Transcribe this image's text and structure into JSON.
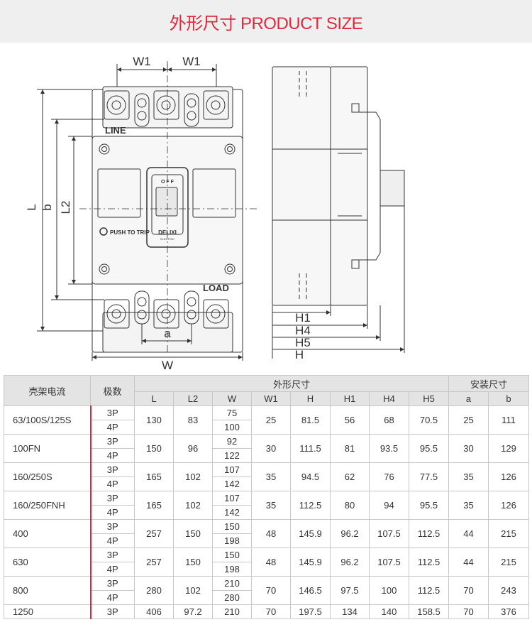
{
  "title": "外形尺寸  PRODUCT SIZE",
  "colors": {
    "title": "#e0283a",
    "line": "#333333",
    "accent": "#e0283a"
  },
  "drawing": {
    "labels": {
      "w1_left": "W1",
      "w1_right": "W1",
      "line": "LINE",
      "load": "LOAD",
      "push_to_trip": "PUSH TO TRIP",
      "brand": "DELIXI",
      "brand_sub": "ELECTRIC",
      "switch": "O F F",
      "L": "L",
      "b": "b",
      "L2": "L2",
      "a": "a",
      "W": "W",
      "H1": "H1",
      "H4": "H4",
      "H5": "H5",
      "H": "H"
    }
  },
  "table": {
    "head": {
      "frame": "壳架电流",
      "poles": "极数",
      "outline": "外形尺寸",
      "mounting": "安装尺寸",
      "cols": [
        "L",
        "L2",
        "W",
        "W1",
        "H",
        "H1",
        "H4",
        "H5",
        "a",
        "b"
      ]
    },
    "groups": [
      {
        "frame": "63/100S/125S",
        "poles": [
          "3P",
          "4P"
        ],
        "L": "130",
        "L2": "83",
        "W": [
          "75",
          "100"
        ],
        "W1": "25",
        "H": "81.5",
        "H1": "56",
        "H4": "68",
        "H5": "70.5",
        "a": "25",
        "b": "111"
      },
      {
        "frame": "100FN",
        "poles": [
          "3P",
          "4P"
        ],
        "L": "150",
        "L2": "96",
        "W": [
          "92",
          "122"
        ],
        "W1": "30",
        "H": "111.5",
        "H1": "81",
        "H4": "93.5",
        "H5": "95.5",
        "a": "30",
        "b": "129"
      },
      {
        "frame": "160/250S",
        "poles": [
          "3P",
          "4P"
        ],
        "L": "165",
        "L2": "102",
        "W": [
          "107",
          "142"
        ],
        "W1": "35",
        "H": "94.5",
        "H1": "62",
        "H4": "76",
        "H5": "77.5",
        "a": "35",
        "b": "126"
      },
      {
        "frame": "160/250FNH",
        "poles": [
          "3P",
          "4P"
        ],
        "L": "165",
        "L2": "102",
        "W": [
          "107",
          "142"
        ],
        "W1": "35",
        "H": "112.5",
        "H1": "80",
        "H4": "94",
        "H5": "95.5",
        "a": "35",
        "b": "126"
      },
      {
        "frame": "400",
        "poles": [
          "3P",
          "4P"
        ],
        "L": "257",
        "L2": "150",
        "W": [
          "150",
          "198"
        ],
        "W1": "48",
        "H": "145.9",
        "H1": "96.2",
        "H4": "107.5",
        "H5": "112.5",
        "a": "44",
        "b": "215"
      },
      {
        "frame": "630",
        "poles": [
          "3P",
          "4P"
        ],
        "L": "257",
        "L2": "150",
        "W": [
          "150",
          "198"
        ],
        "W1": "48",
        "H": "145.9",
        "H1": "96.2",
        "H4": "107.5",
        "H5": "112.5",
        "a": "44",
        "b": "215"
      },
      {
        "frame": "800",
        "poles": [
          "3P",
          "4P"
        ],
        "L": "280",
        "L2": "102",
        "W": [
          "210",
          "280"
        ],
        "W1": "70",
        "H": "146.5",
        "H1": "97.5",
        "H4": "100",
        "H5": "112.5",
        "a": "70",
        "b": "243"
      }
    ],
    "last_row": {
      "frame": "1250",
      "poles": "3P",
      "L": "406",
      "L2": "97.2",
      "W": "210",
      "W1": "70",
      "H": "197.5",
      "H1": "134",
      "H4": "140",
      "H5": "158.5",
      "a": "70",
      "b": "376"
    }
  }
}
